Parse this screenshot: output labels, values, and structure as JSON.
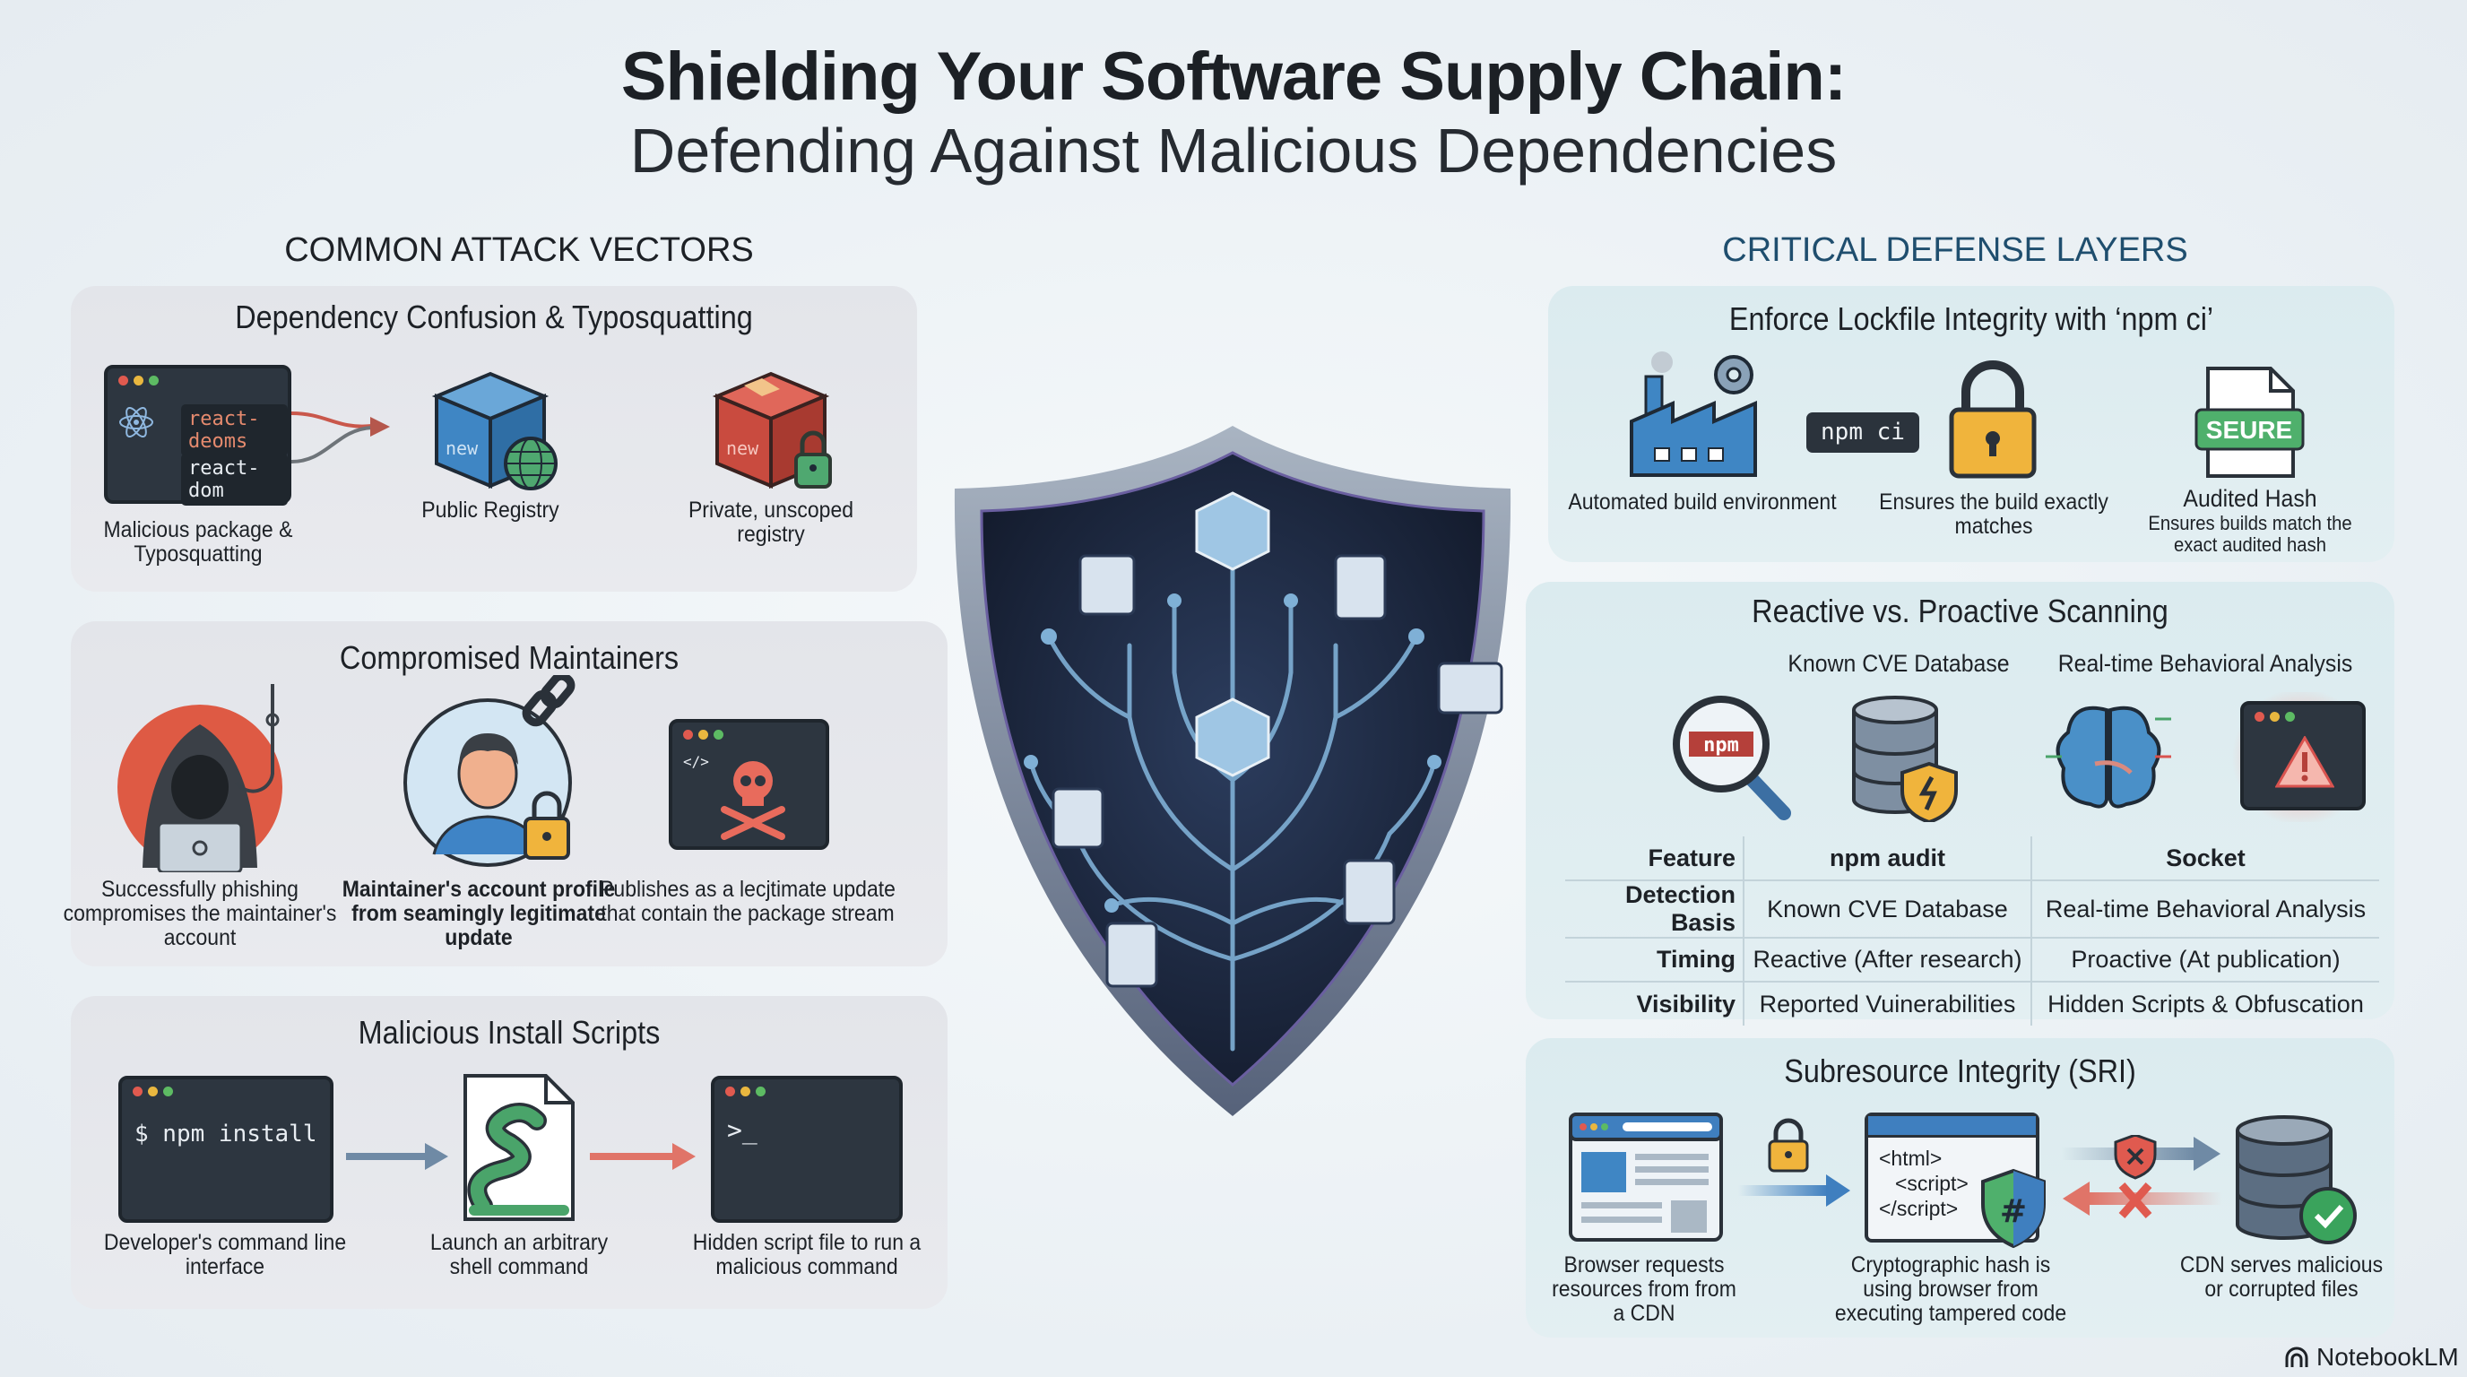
{
  "title": {
    "line1": "Shielding Your Software Supply Chain:",
    "line2": "Defending Against Malicious Dependencies"
  },
  "attack_vectors": {
    "heading": "COMMON ATTACK VECTORS",
    "dependency_confusion": {
      "title": "Dependency Confusion & Typosquatting",
      "terminal_lines": [
        "react-deoms",
        "react-dom"
      ],
      "box_label": "new",
      "items": [
        "Malicious package & Typosquatting",
        "Public Registry",
        "Private, unscoped registry"
      ]
    },
    "compromised_maintainers": {
      "title": "Compromised Maintainers",
      "code_glyph": "</>",
      "items": [
        "Successfully phishing compromises the maintainer's account",
        "Maintainer's account profile from  seamingly legitimate update",
        "Publishes as a lecjtimate update that contain the package stream"
      ]
    },
    "install_scripts": {
      "title": "Malicious Install Scripts",
      "command": "$ npm install",
      "prompt": ">_",
      "items": [
        "Developer's command line interface",
        "Launch an arbitrary shell command",
        "Hidden script file to run a malicious command"
      ]
    }
  },
  "defense_layers": {
    "heading": "CRITICAL DEFENSE LAYERS",
    "lockfile": {
      "title": "Enforce Lockfile Integrity with ‘npm ci’",
      "chip": "npm ci",
      "doc_badge": "SEURE",
      "items": [
        "Automated build environment",
        "Ensures the build exactly matches"
      ],
      "hash_title": "Audited Hash",
      "hash_desc": "Ensures builds match the exact audited hash"
    },
    "scanning": {
      "title": "Reactive vs. Proactive Scanning",
      "subheads": [
        "Known CVE Database",
        "Real-time Behavioral Analysis"
      ],
      "npm_label": "npm",
      "table": {
        "headers": [
          "Feature",
          "npm audit",
          "Socket"
        ],
        "rows": [
          [
            "Detection Basis",
            "Known CVE Database",
            "Real-time Behavioral Analysis"
          ],
          [
            "Timing",
            "Reactive (After research)",
            "Proactive (At publication)"
          ],
          [
            "Visibility",
            "Reported Vuinerabilities",
            "Hidden Scripts & Obfuscation"
          ]
        ]
      }
    },
    "sri": {
      "title": "Subresource Integrity (SRI)",
      "code_lines": [
        "<html>",
        "<script>",
        "</script>"
      ],
      "items": [
        "Browser requests resources from from a CDN",
        "Cryptographic hash is using browser from executing tampered code",
        "CDN serves malicious or corrupted files"
      ]
    }
  },
  "brand": "NotebookLM",
  "colors": {
    "danger": "#d9534f",
    "accent_blue": "#3f7fbf",
    "success": "#3aa35c",
    "lock_yellow": "#f0b43c",
    "shield_navy": "#1e2a42"
  }
}
